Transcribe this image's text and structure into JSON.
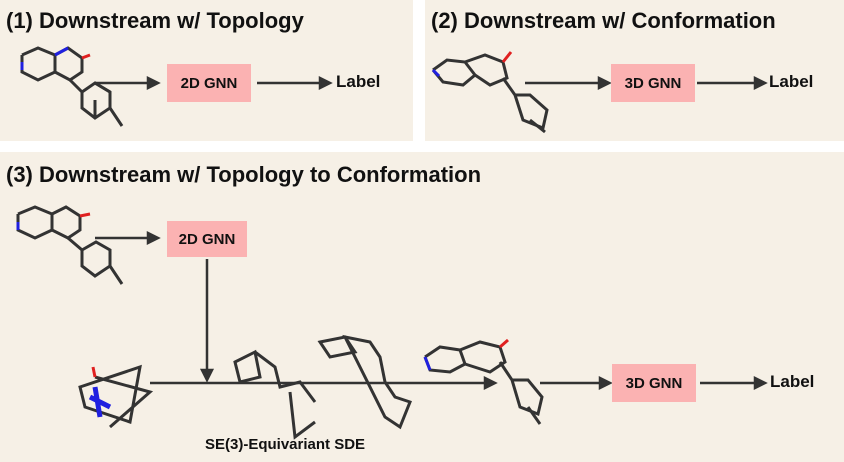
{
  "panels": [
    {
      "title": "(1) Downstream w/ Topology",
      "model": "2D GNN",
      "output": "Label"
    },
    {
      "title": "(2) Downstream w/ Conformation",
      "model": "3D GNN",
      "output": "Label"
    },
    {
      "title": "(3) Downstream w/ Topology to Conformation",
      "model_2d": "2D GNN",
      "model_3d": "3D GNN",
      "output": "Label",
      "process": "SE(3)-Equivariant SDE"
    }
  ],
  "colors": {
    "panel_bg": "#f6f0e6",
    "gnn_box": "#fbb2b2",
    "nitrogen": "#2020e0",
    "oxygen": "#e02020"
  }
}
